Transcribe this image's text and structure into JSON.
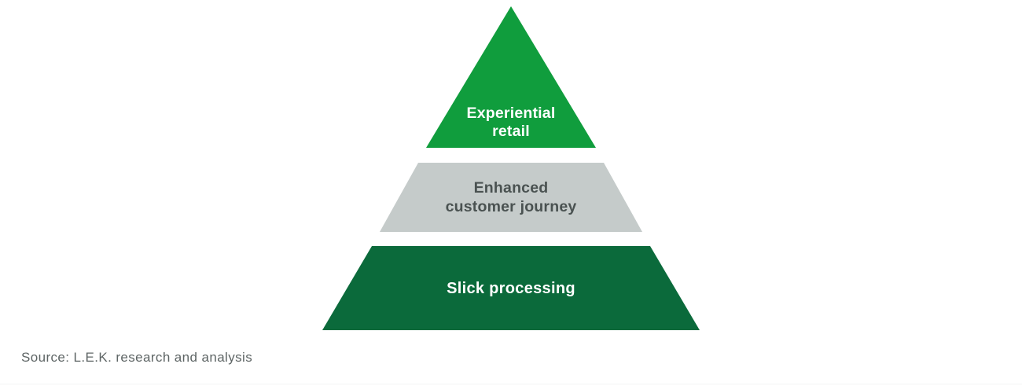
{
  "diagram": {
    "type": "pyramid",
    "tiers": [
      {
        "rank": 1,
        "position": "top",
        "label": "Experiential retail",
        "lines": [
          "Experiential",
          "retail"
        ],
        "shape": "triangle",
        "fill": "#109D3D",
        "text_color": "#FFFFFF"
      },
      {
        "rank": 2,
        "position": "middle",
        "label": "Enhanced customer journey",
        "lines": [
          "Enhanced",
          "customer journey"
        ],
        "shape": "trapezoid",
        "fill": "#C5CBCA",
        "text_color": "#4A5251"
      },
      {
        "rank": 3,
        "position": "bottom",
        "label": "Slick processing",
        "lines": [
          "Slick processing"
        ],
        "shape": "trapezoid",
        "fill": "#0B6A3B",
        "text_color": "#FFFFFF"
      }
    ]
  },
  "source": {
    "text": "Source: L.E.K. research and analysis"
  },
  "colors": {
    "background": "#FFFFFF",
    "bright_green": "#109D3D",
    "dark_green": "#0B6A3B",
    "light_gray": "#C5CBCA",
    "dark_gray_text": "#4A5251",
    "source_text_gray": "#5E6565"
  }
}
